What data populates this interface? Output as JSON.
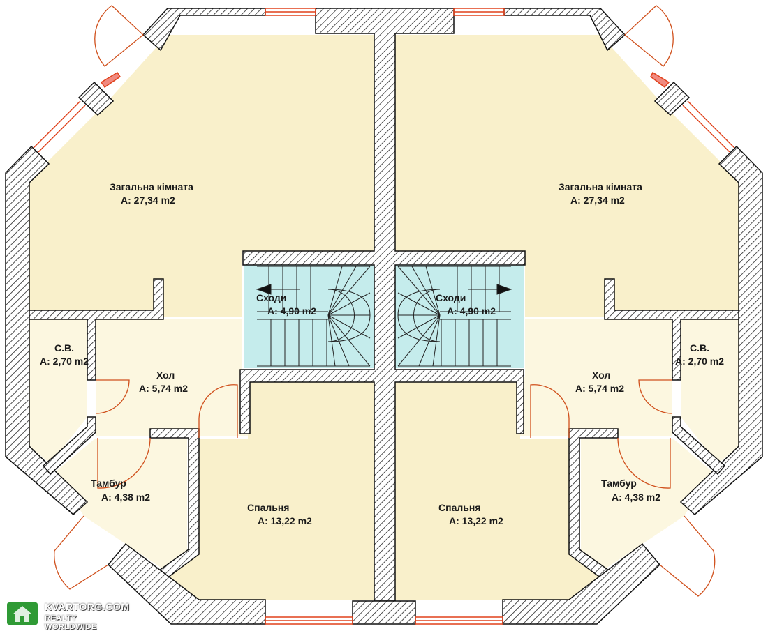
{
  "rooms": {
    "living_left": {
      "name": "Загальна кімната",
      "area": "A: 27,34 m2"
    },
    "living_right": {
      "name": "Загальна кімната",
      "area": "A: 27,34 m2"
    },
    "stairs_left": {
      "name": "Сходи",
      "area": "A: 4,90 m2"
    },
    "stairs_right": {
      "name": "Сходи",
      "area": "A: 4,90 m2"
    },
    "wc_left": {
      "name": "С.В.",
      "area": "A: 2,70 m2"
    },
    "wc_right": {
      "name": "С.В.",
      "area": "A: 2,70 m2"
    },
    "hall_left": {
      "name": "Хол",
      "area": "A: 5,74 m2"
    },
    "hall_right": {
      "name": "Хол",
      "area": "A: 5,74 m2"
    },
    "vestibule_left": {
      "name": "Тамбур",
      "area": "A: 4,38 m2"
    },
    "vestibule_right": {
      "name": "Тамбур",
      "area": "A: 4,38 m2"
    },
    "bedroom_left": {
      "name": "Спальня",
      "area": "A: 13,22 m2"
    },
    "bedroom_right": {
      "name": "Спальня",
      "area": "A: 13,22 m2"
    }
  },
  "watermark": {
    "line1": "KVARTORG.COM",
    "line2": "REALTY WORLDWIDE"
  },
  "colors": {
    "floor": "#f9f0cb",
    "hall_floor": "#fcf7e0",
    "stairs": "#c5ecec",
    "wall_fill": "#ffffff",
    "wall_hatch": "#222222",
    "door": "#d0501c",
    "window": "#e0401a"
  }
}
